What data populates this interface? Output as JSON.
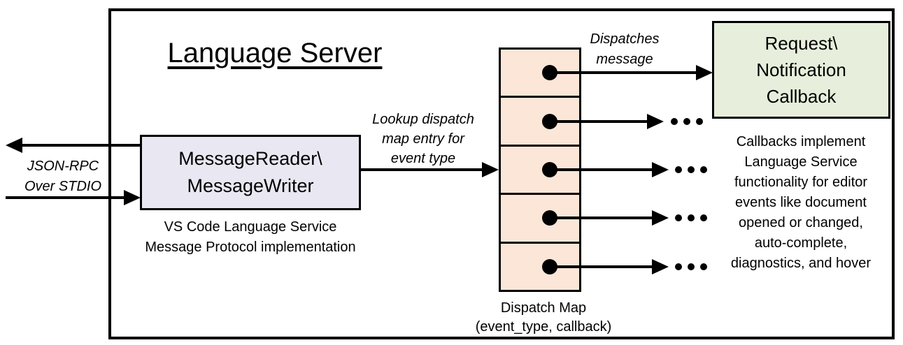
{
  "diagram": {
    "title": "Language Server",
    "left_channel": {
      "label": "JSON-RPC\nOver STDIO"
    },
    "reader": {
      "box_label": "MessageReader\\\nMessageWriter",
      "caption": "VS Code Language Service\nMessage Protocol implementation"
    },
    "lookup_annotation": "Lookup dispatch\nmap entry for\nevent type",
    "dispatch_annotation": "Dispatches\nmessage",
    "dispatch_map": {
      "caption": "Dispatch Map\n(event_type, callback)",
      "entry_count": 5
    },
    "callback": {
      "box_label": "Request\\\nNotification\nCallback",
      "note": "Callbacks implement\nLanguage Service\nfunctionality for editor\nevents like document\nopened or changed,\nauto-complete,\ndiagnostics, and hover"
    },
    "icons": {
      "ellipsis": "..."
    },
    "colors": {
      "background": "#ffffff",
      "line": "#000000",
      "reader_box_fill": "#e9e8f2",
      "dispatch_cell_fill": "#fce6d7",
      "callback_box_fill": "#e7efdc"
    }
  }
}
